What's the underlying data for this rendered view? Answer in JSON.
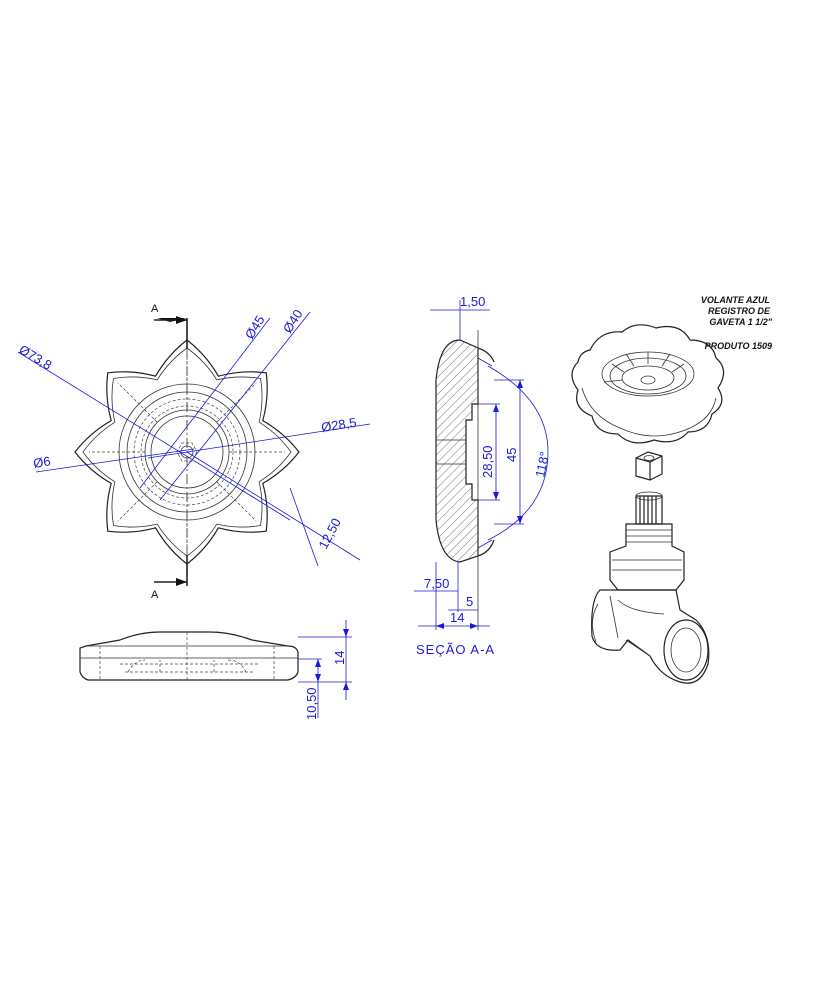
{
  "dimensions": {
    "d73_8": "Ø73,8",
    "d45": "Ø45",
    "d40": "Ø40",
    "d28_5": "Ø28,5",
    "d6": "Ø6",
    "r12_50": "12,50",
    "h14": "14",
    "h10_50": "10,50",
    "t1_50": "1,50",
    "h28_50": "28,50",
    "h45": "45",
    "a118": "118°",
    "w7_50": "7,50",
    "w5": "5",
    "w14": "14"
  },
  "section_markers": {
    "top": "A",
    "bottom": "A"
  },
  "section_title": "SEÇÃO A-A",
  "product_note": {
    "line1": "VOLANTE AZUL",
    "line2": "REGISTRO DE",
    "line3": "GAVETA 1 1/2\"",
    "line4": "PRODUTO 1509"
  }
}
